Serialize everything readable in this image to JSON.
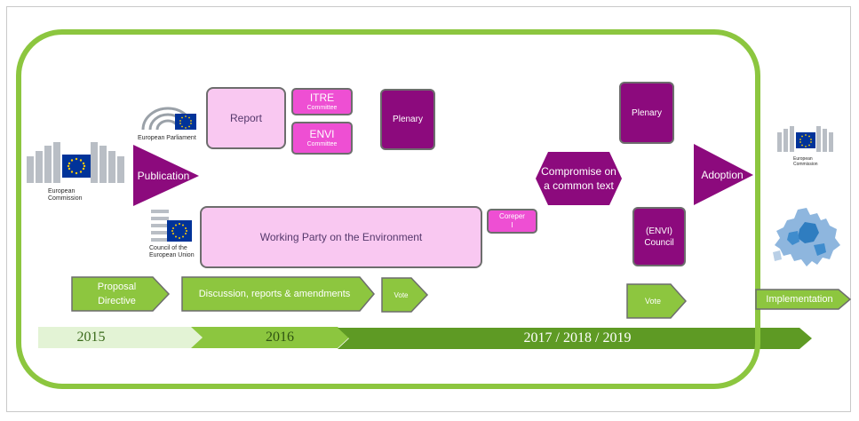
{
  "logos": {
    "commission_left": {
      "line1": "European",
      "line2": "Commission"
    },
    "parliament": {
      "label": "European Parliament"
    },
    "council": {
      "line1": "Council of the",
      "line2": "European Union"
    },
    "commission_right": {
      "line1": "European",
      "line2": "Commission"
    }
  },
  "nodes": {
    "publication": "Publication",
    "report": "Report",
    "itre": {
      "title": "ITRE",
      "sub": "Committee"
    },
    "envi": {
      "title": "ENVI",
      "sub": "Committee"
    },
    "plenary_left": "Plenary",
    "working_party": "Working Party on the Environment",
    "coreper": {
      "line1": "Coreper",
      "line2": "I"
    },
    "compromise": {
      "line1": "Compromise on",
      "line2": "a common text"
    },
    "plenary_right": "Plenary",
    "council": {
      "line1": "(ENVI)",
      "line2": "Council"
    },
    "adoption": "Adoption"
  },
  "steps": {
    "proposal": {
      "line1": "Proposal",
      "line2": "Directive"
    },
    "discussion": "Discussion,  reports & amendments",
    "vote_left": "Vote",
    "vote_right": "Vote",
    "implementation": "Implementation"
  },
  "timeline": {
    "y2015": "2015",
    "y2016": "2016",
    "y2017": "2017 / 2018 / 2019"
  },
  "colors": {
    "green_border": "#8cc63f",
    "green_step": "#8dc63f",
    "purple": "#8c0a7d",
    "pink_light": "#f9c8f1",
    "pink_medium": "#ee4fd3",
    "timeline_2015": "#e3f3d5",
    "timeline_2016": "#8cc63f",
    "timeline_2017": "#5e9a24"
  }
}
